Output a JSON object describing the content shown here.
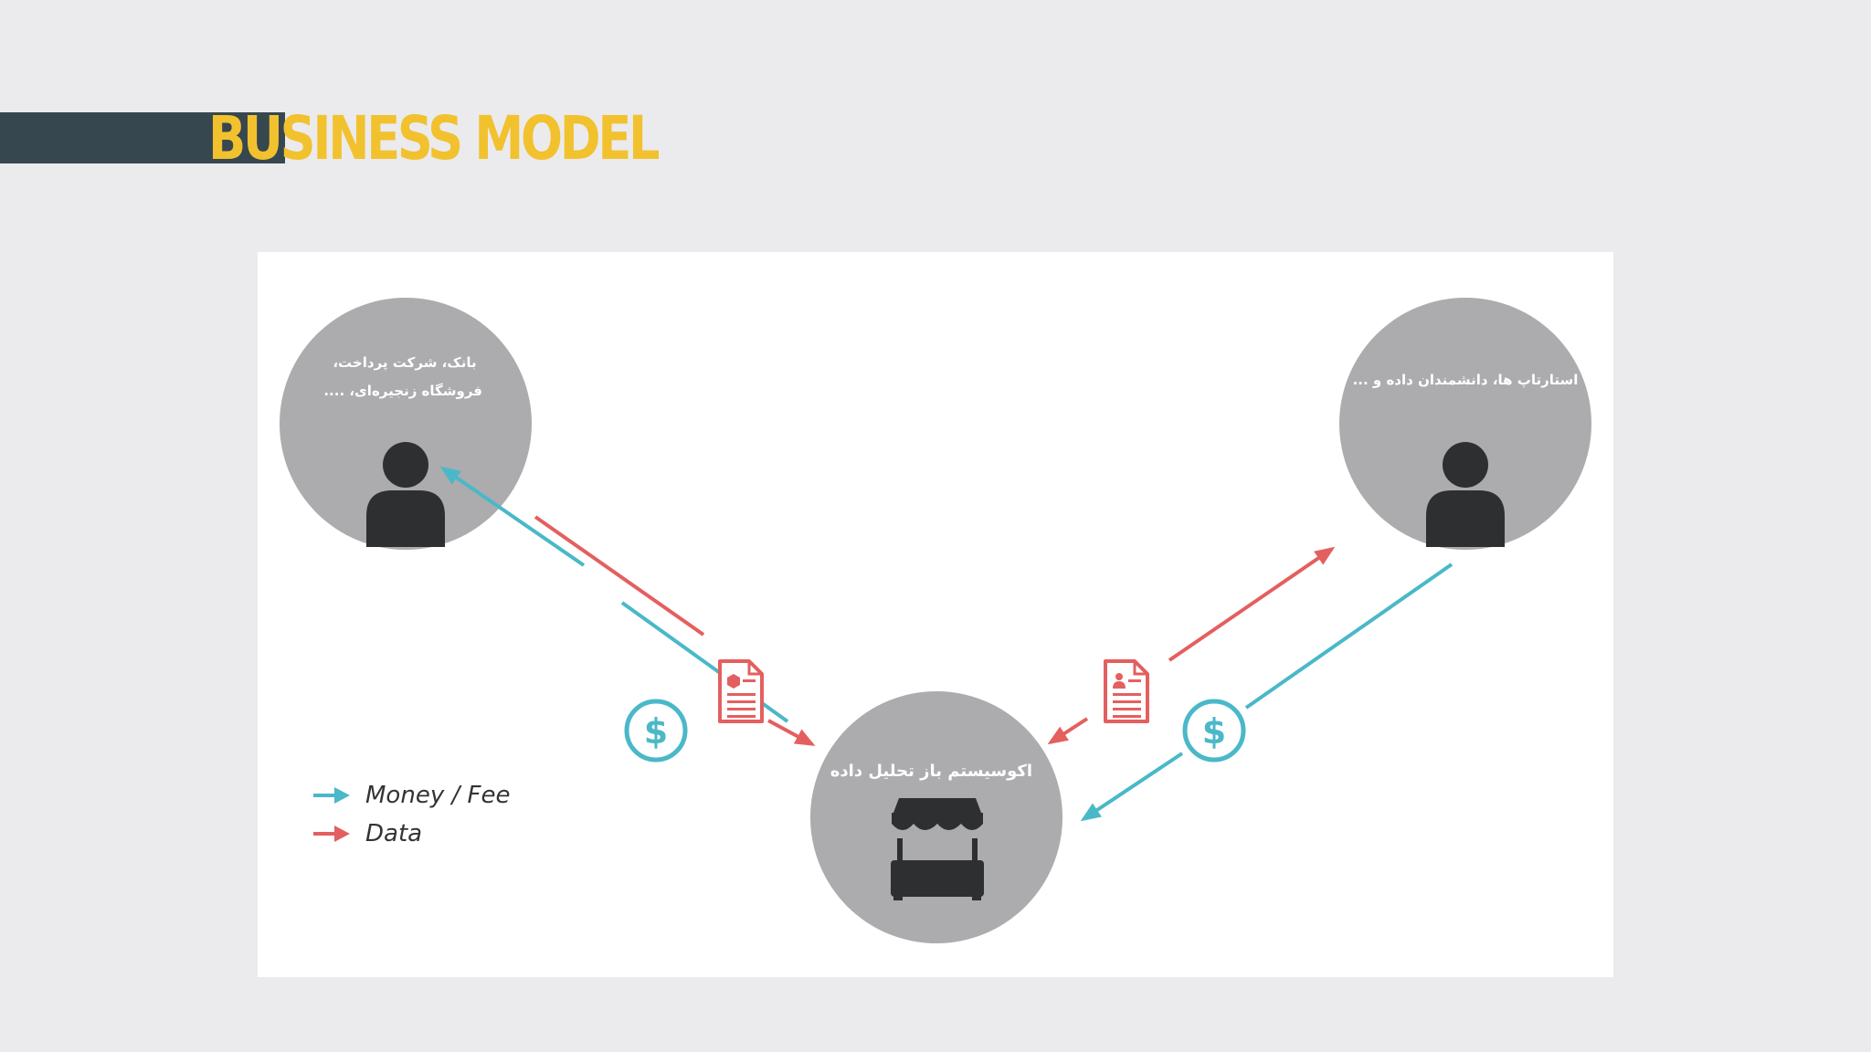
{
  "slide": {
    "title": "BUSINESS MODEL"
  },
  "diagram": {
    "left_node": {
      "label_line1": "بانک، شرکت پرداخت،",
      "label_line2": "فروشگاه زنجیره‌ای، ....",
      "icon": "user-icon"
    },
    "right_node": {
      "label": "استارتاپ ها، دانشمندان داده و ...",
      "icon": "user-icon"
    },
    "center_node": {
      "label": "اکوسیستم باز تحلیل داده",
      "icon": "market-stall-icon"
    },
    "flow_icons": [
      "dollar-icon",
      "document-icon"
    ]
  },
  "legend": {
    "money_label": "Money / Fee",
    "data_label": "Data"
  },
  "colors": {
    "money": "#4ab8c8",
    "data": "#e45f5f",
    "node": "#acabad",
    "icon_dark": "#2d2f31",
    "title": "#f2c12e",
    "title_bar": "#37474f",
    "background": "#ebebed"
  }
}
